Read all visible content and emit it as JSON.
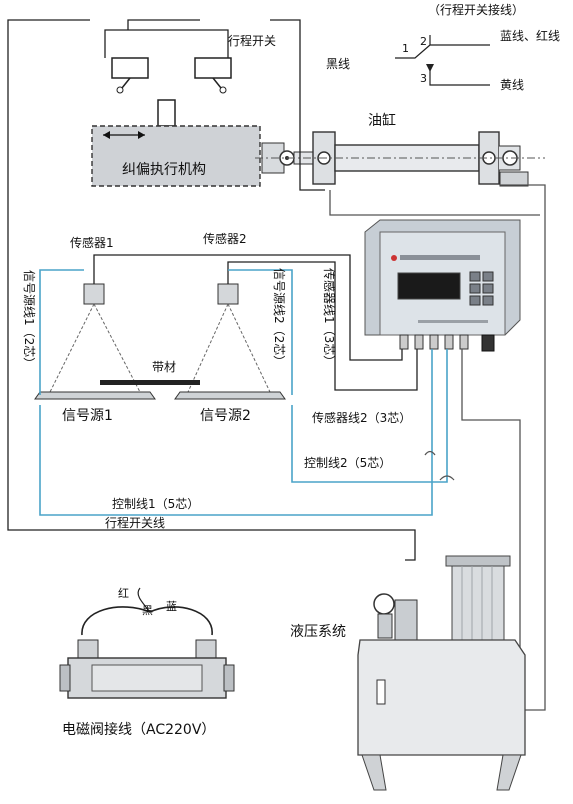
{
  "labels": {
    "travel_switch_title": "（行程开关接线）",
    "travel_switch": "行程开关",
    "black_wire": "黑线",
    "blue_red_wire": "蓝线、红线",
    "yellow_wire": "黄线",
    "pin1": "1",
    "pin2": "2",
    "pin3": "3",
    "cylinder": "油缸",
    "actuator": "纠偏执行机构",
    "sensor1": "传感器1",
    "sensor2": "传感器2",
    "strip": "带材",
    "signal_source1": "信号源1",
    "signal_source2": "信号源2",
    "signal_line1": "信号源线1（2芯）",
    "signal_line2": "信号源线2（2芯）",
    "sensor_line1": "传感器线1（3芯）",
    "sensor_line2": "传感器线2（3芯）",
    "control_line2": "控制线2（5芯）",
    "control_line1": "控制线1（5芯）",
    "travel_switch_line": "行程开关线",
    "hydraulic_system": "液压系统",
    "valve_wiring": "电磁阀接线（AC220V）",
    "red": "红",
    "black": "黑",
    "blue": "蓝"
  },
  "colors": {
    "wire_blue": "#4aa3c8",
    "controller_body": "#d9e0e6",
    "display_bg": "#1a1a1a",
    "hydraulic_body": "#e8eaec"
  }
}
